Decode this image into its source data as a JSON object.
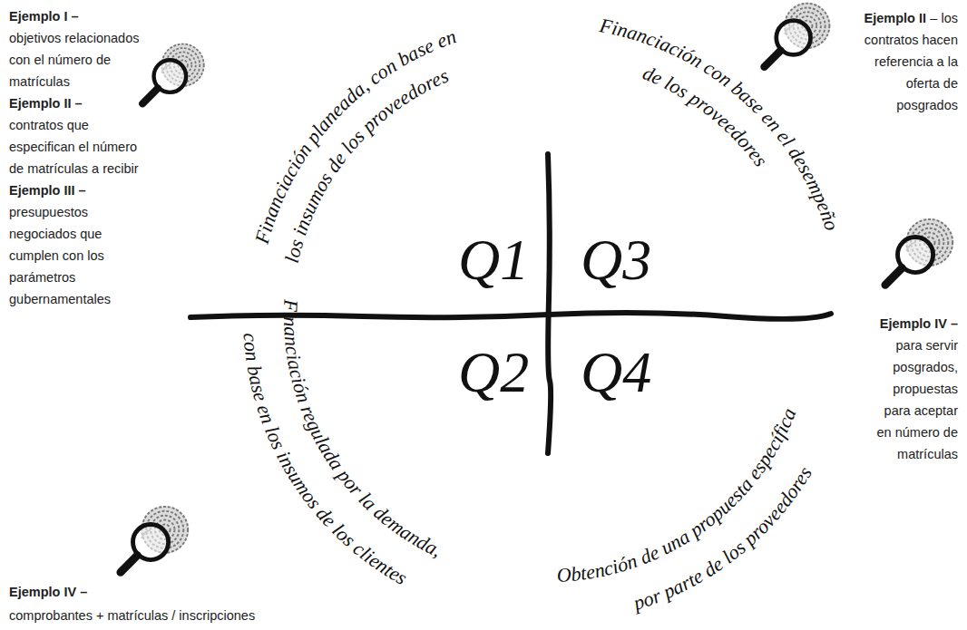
{
  "diagram": {
    "labels": [
      "Ejemplo I –",
      "objetivos relacionados con el número de matrículas",
      "Ejemplo II –",
      "contratos que especifican el número de matrículas a recibir",
      "Ejemplo III –",
      "presupuestos negociados que cumplen con los parámetros gubernamentales",
      "Ejemplo II",
      "– los contratos hacen referencia a la oferta de posgrados",
      "Ejemplo IV –",
      "para servir posgrados, propuestas para aceptar en número de matrículas",
      "Ejemplo IV –",
      "comprobantes + matrículas / inscripciones",
      "Financiación planeada, con base en",
      "los insumos de los proveedores",
      "Financiación con base en el desempeño",
      "de los proveedores",
      "Financiación regulada por la demanda,",
      "con base en los insumos de los clientes",
      "Obtención de una propuesta específica",
      "por parte de los proveedores",
      "Q1",
      "Q3",
      "Q2",
      "Q4"
    ]
  }
}
